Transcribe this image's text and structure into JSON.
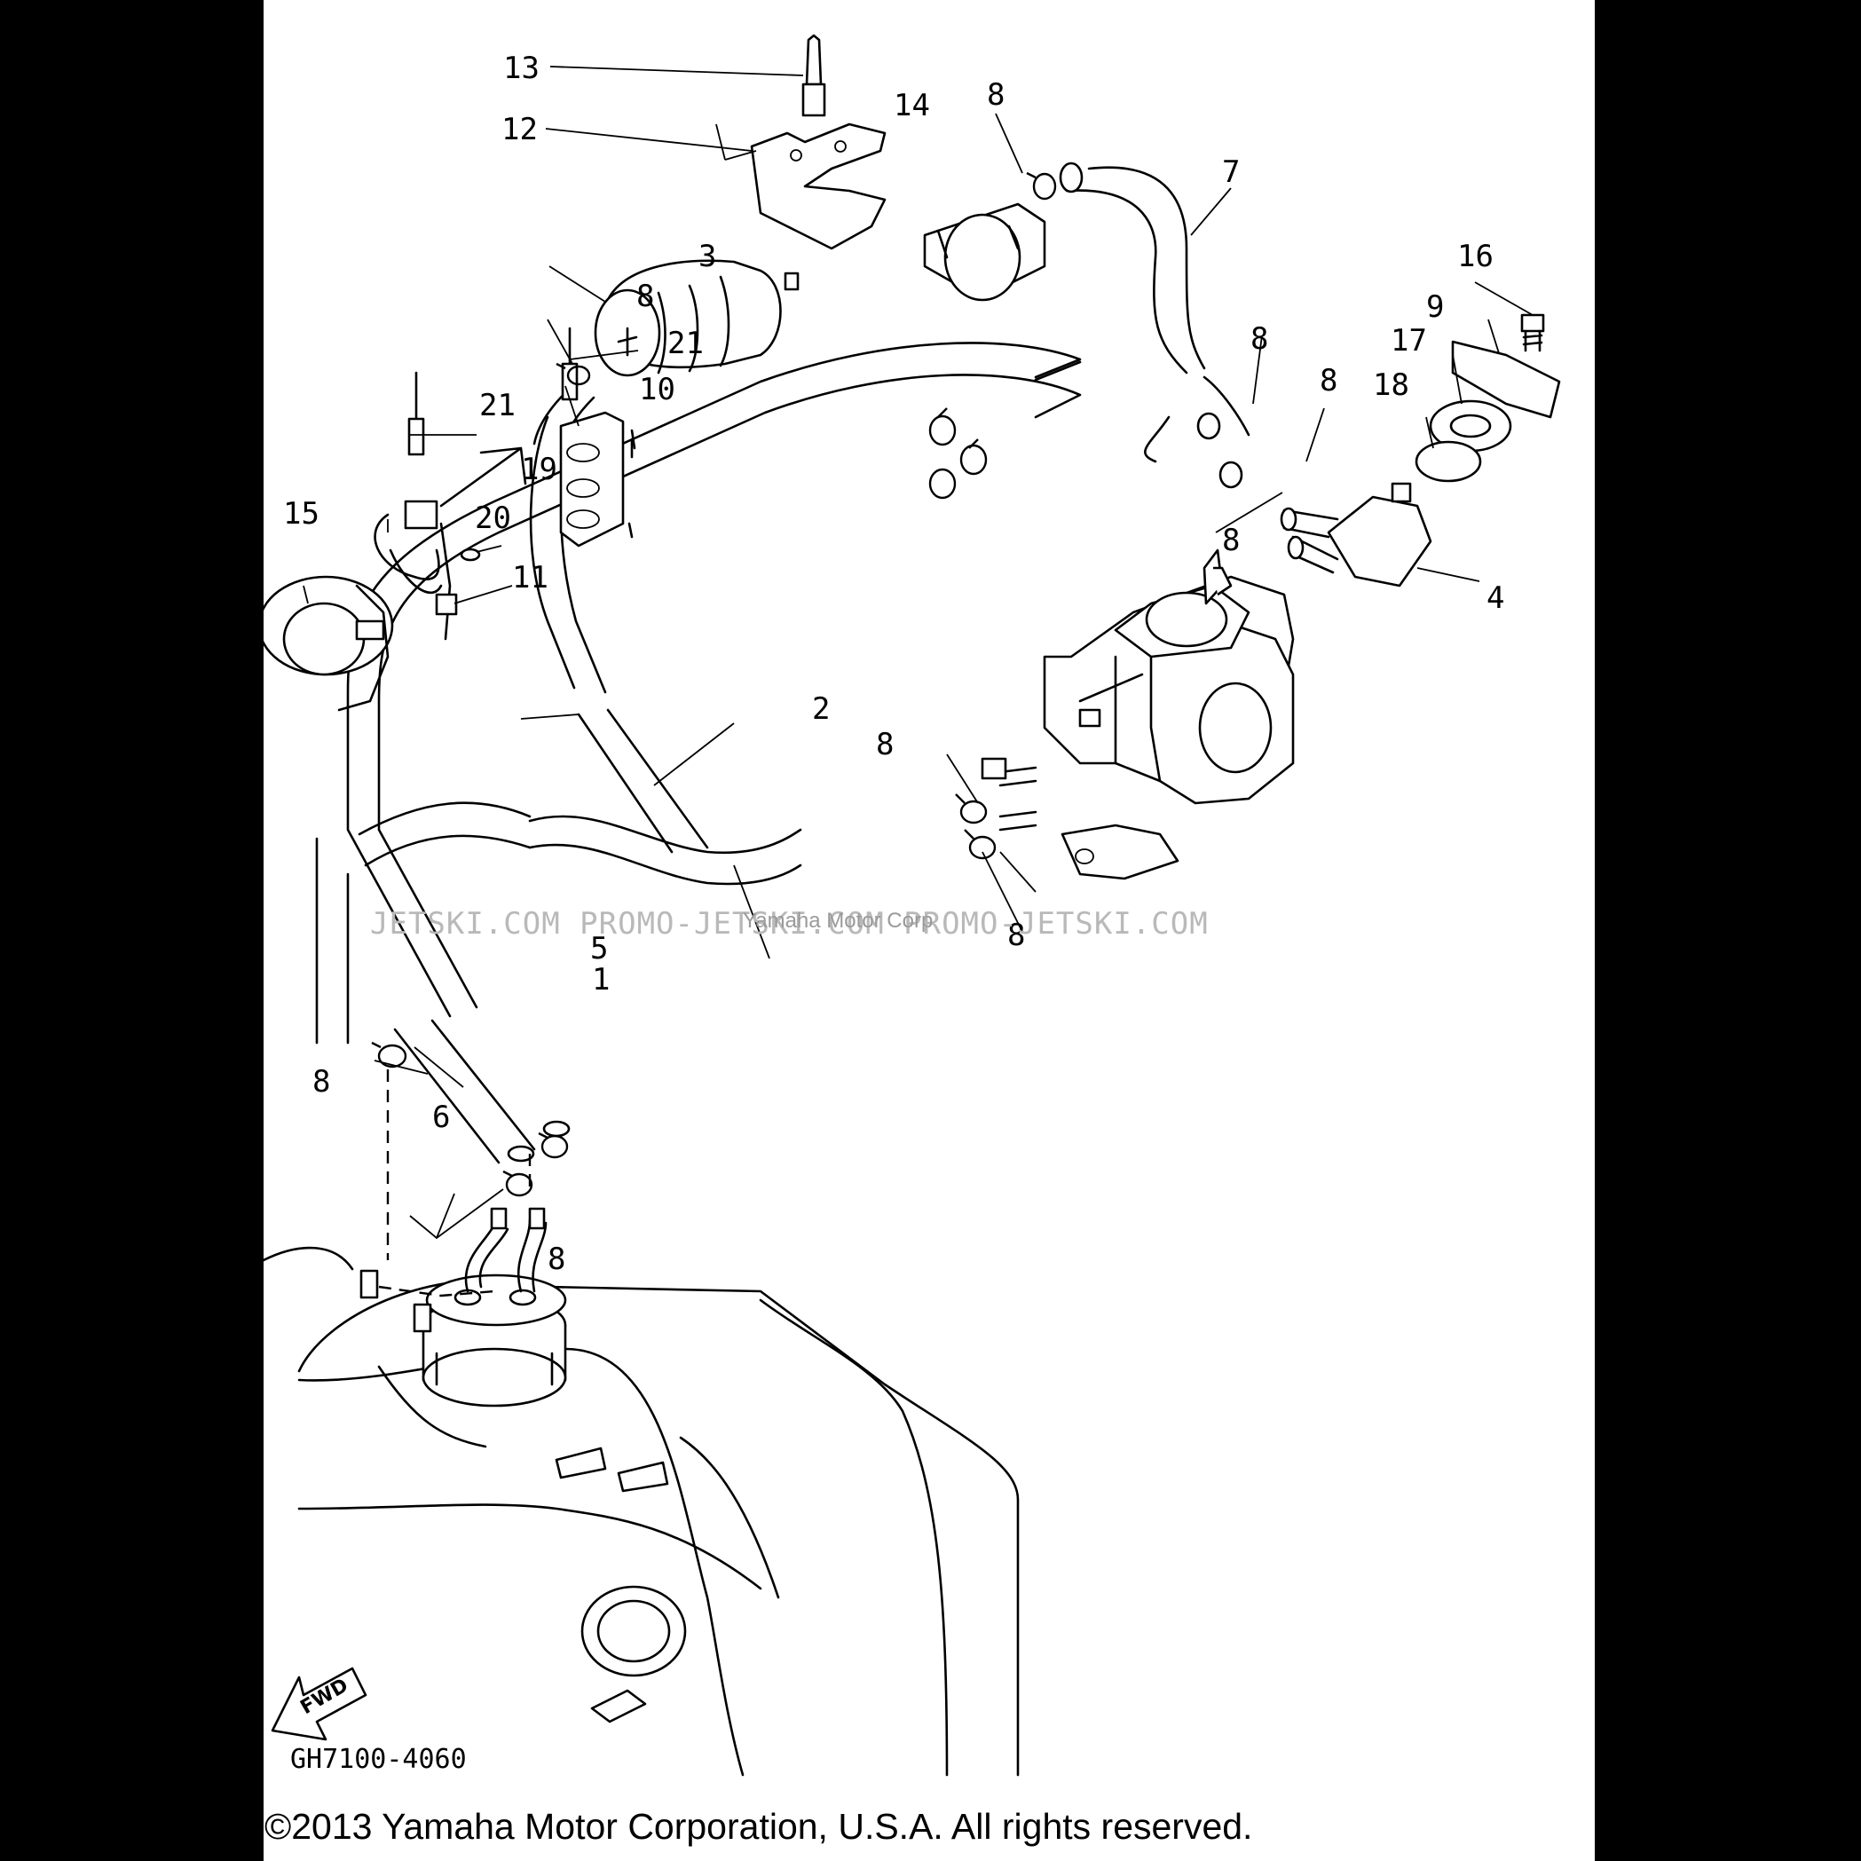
{
  "diagram": {
    "part_labels": [
      "1",
      "2",
      "3",
      "4",
      "5",
      "6",
      "7",
      "8",
      "9",
      "10",
      "11",
      "12",
      "13",
      "14",
      "15",
      "16",
      "17",
      "18",
      "19",
      "20",
      "21"
    ],
    "diagram_code": "GH7100-4060",
    "direction_marker": "FWD",
    "watermark": {
      "site_text": "JETSKI.COM    PROMO-JETSKI.COM    PROMO-JETSKI.COM",
      "owner_text": "Yamaha Motor Corp"
    },
    "copyright": "©2013 Yamaha Motor Corporation, U.S.A. All rights reserved."
  }
}
